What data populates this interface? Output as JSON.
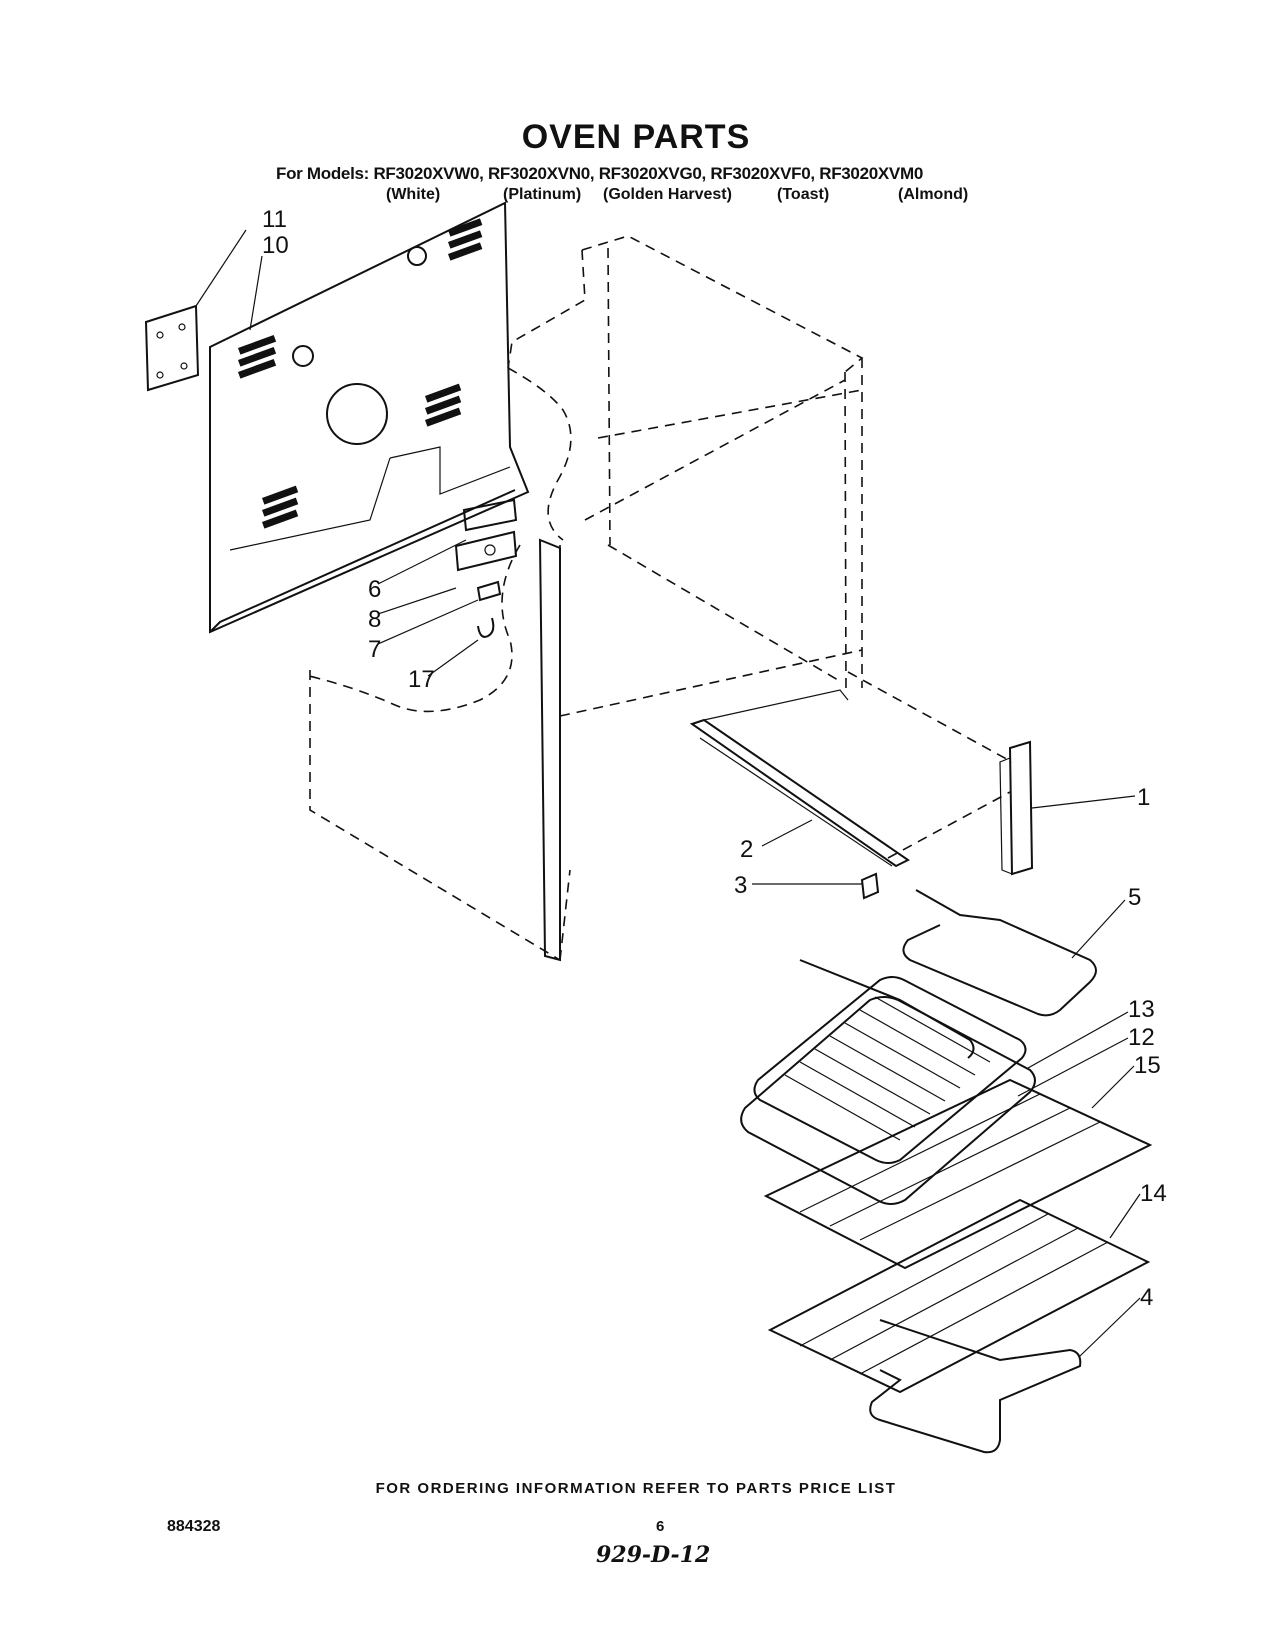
{
  "title": "OVEN PARTS",
  "models_line": "For Models: RF3020XVW0, RF3020XVN0, RF3020XVG0, RF3020XVF0, RF3020XVM0",
  "colors": [
    "(White)",
    "(Platinum)",
    "(Golden Harvest)",
    "(Toast)",
    "(Almond)"
  ],
  "callouts": [
    "11",
    "10",
    "6",
    "8",
    "7",
    "17",
    "1",
    "2",
    "3",
    "5",
    "13",
    "12",
    "15",
    "14",
    "4"
  ],
  "footer_note": "FOR ORDERING INFORMATION REFER TO PARTS PRICE LIST",
  "doc_number": "884328",
  "page_number": "6",
  "handwritten_code": "929-D-12"
}
